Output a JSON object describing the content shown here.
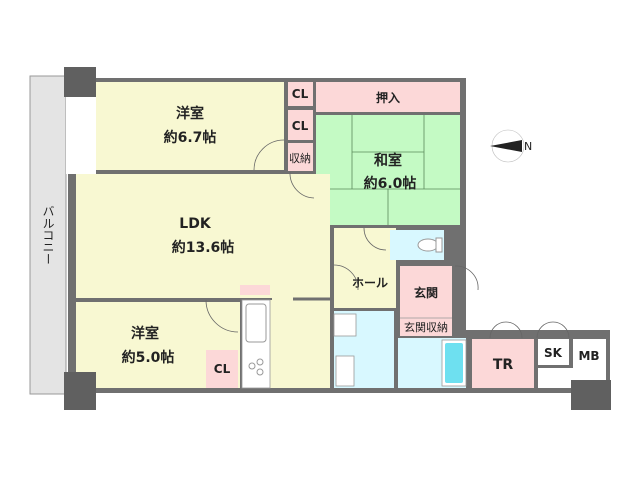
{
  "colors": {
    "wall": "#707070",
    "pillar": "#606060",
    "western": "#f8f8d2",
    "storage": "#fcd8d8",
    "japanese": "#c4fac4",
    "wet": "#d8f8ff",
    "balcony": "#e4e4e4"
  },
  "rooms": {
    "balcony": "バルコニー",
    "western1": {
      "name": "洋室",
      "size": "約6.7帖"
    },
    "cl1": "CL",
    "cl2": "CL",
    "storage": "収納",
    "oshiire": "押入",
    "washitsu": {
      "name": "和室",
      "size": "約6.0帖"
    },
    "ldk": {
      "name": "LDK",
      "size": "約13.6帖"
    },
    "western2": {
      "name": "洋室",
      "size": "約5.0帖"
    },
    "cl3": "CL",
    "hall": "ホール",
    "genkan": "玄関",
    "genkan_storage": "玄関収納",
    "tr": "TR",
    "sk": "SK",
    "mb": "MB"
  },
  "compass": {
    "label": "N"
  }
}
